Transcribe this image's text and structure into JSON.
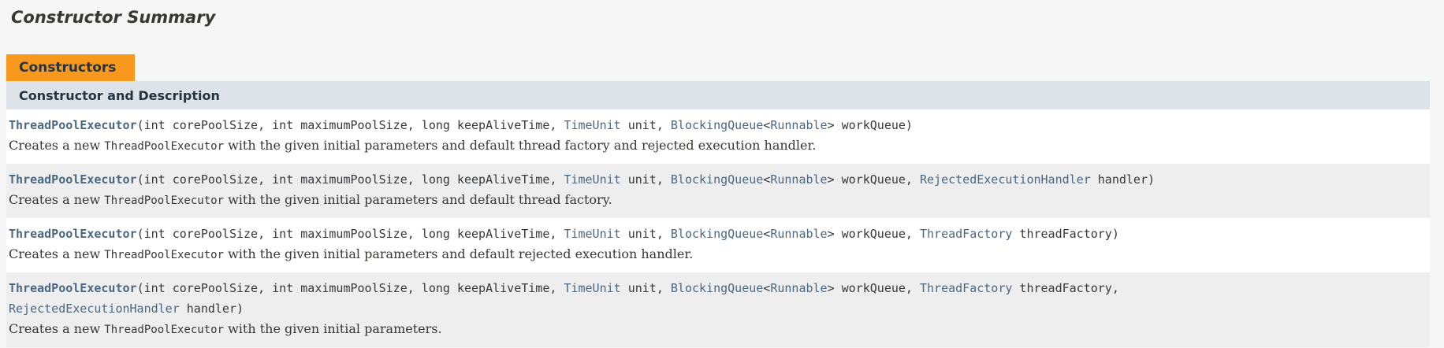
{
  "section": {
    "title": "Constructor Summary"
  },
  "tab": {
    "label": "Constructors"
  },
  "table": {
    "header": "Constructor and Description",
    "rows": [
      {
        "signature_lines": [
          [
            {
              "type": "member",
              "text": "ThreadPoolExecutor"
            },
            {
              "type": "plain",
              "text": "(int corePoolSize, int maximumPoolSize, long keepAliveTime, "
            },
            {
              "type": "link",
              "text": "TimeUnit"
            },
            {
              "type": "plain",
              "text": " unit, "
            },
            {
              "type": "link",
              "text": "BlockingQueue"
            },
            {
              "type": "plain",
              "text": "<"
            },
            {
              "type": "link",
              "text": "Runnable"
            },
            {
              "type": "plain",
              "text": "> workQueue)"
            }
          ]
        ],
        "description": [
          {
            "type": "plain",
            "text": "Creates a new "
          },
          {
            "type": "code",
            "text": "ThreadPoolExecutor"
          },
          {
            "type": "plain",
            "text": " with the given initial parameters and default thread factory and rejected execution handler."
          }
        ]
      },
      {
        "signature_lines": [
          [
            {
              "type": "member",
              "text": "ThreadPoolExecutor"
            },
            {
              "type": "plain",
              "text": "(int corePoolSize, int maximumPoolSize, long keepAliveTime, "
            },
            {
              "type": "link",
              "text": "TimeUnit"
            },
            {
              "type": "plain",
              "text": " unit, "
            },
            {
              "type": "link",
              "text": "BlockingQueue"
            },
            {
              "type": "plain",
              "text": "<"
            },
            {
              "type": "link",
              "text": "Runnable"
            },
            {
              "type": "plain",
              "text": "> workQueue, "
            },
            {
              "type": "link",
              "text": "RejectedExecutionHandler"
            },
            {
              "type": "plain",
              "text": " handler)"
            }
          ]
        ],
        "description": [
          {
            "type": "plain",
            "text": "Creates a new "
          },
          {
            "type": "code",
            "text": "ThreadPoolExecutor"
          },
          {
            "type": "plain",
            "text": " with the given initial parameters and default thread factory."
          }
        ]
      },
      {
        "signature_lines": [
          [
            {
              "type": "member",
              "text": "ThreadPoolExecutor"
            },
            {
              "type": "plain",
              "text": "(int corePoolSize, int maximumPoolSize, long keepAliveTime, "
            },
            {
              "type": "link",
              "text": "TimeUnit"
            },
            {
              "type": "plain",
              "text": " unit, "
            },
            {
              "type": "link",
              "text": "BlockingQueue"
            },
            {
              "type": "plain",
              "text": "<"
            },
            {
              "type": "link",
              "text": "Runnable"
            },
            {
              "type": "plain",
              "text": "> workQueue, "
            },
            {
              "type": "link",
              "text": "ThreadFactory"
            },
            {
              "type": "plain",
              "text": " threadFactory)"
            }
          ]
        ],
        "description": [
          {
            "type": "plain",
            "text": "Creates a new "
          },
          {
            "type": "code",
            "text": "ThreadPoolExecutor"
          },
          {
            "type": "plain",
            "text": " with the given initial parameters and default rejected execution handler."
          }
        ]
      },
      {
        "signature_lines": [
          [
            {
              "type": "member",
              "text": "ThreadPoolExecutor"
            },
            {
              "type": "plain",
              "text": "(int corePoolSize, int maximumPoolSize, long keepAliveTime, "
            },
            {
              "type": "link",
              "text": "TimeUnit"
            },
            {
              "type": "plain",
              "text": " unit, "
            },
            {
              "type": "link",
              "text": "BlockingQueue"
            },
            {
              "type": "plain",
              "text": "<"
            },
            {
              "type": "link",
              "text": "Runnable"
            },
            {
              "type": "plain",
              "text": "> workQueue, "
            },
            {
              "type": "link",
              "text": "ThreadFactory"
            },
            {
              "type": "plain",
              "text": " threadFactory,"
            }
          ],
          [
            {
              "type": "link",
              "text": "RejectedExecutionHandler"
            },
            {
              "type": "plain",
              "text": " handler)"
            }
          ]
        ],
        "description": [
          {
            "type": "plain",
            "text": "Creates a new "
          },
          {
            "type": "code",
            "text": "ThreadPoolExecutor"
          },
          {
            "type": "plain",
            "text": " with the given initial parameters."
          }
        ]
      }
    ]
  },
  "colors": {
    "page_background": "#f6f6f7",
    "tab_background": "#f8981d",
    "header_background": "#dee3e9",
    "alt_row_background": "#eeeeef",
    "row_background": "#ffffff",
    "link": "#4a6782",
    "body_text": "#353833",
    "heading_text": "#253441"
  }
}
